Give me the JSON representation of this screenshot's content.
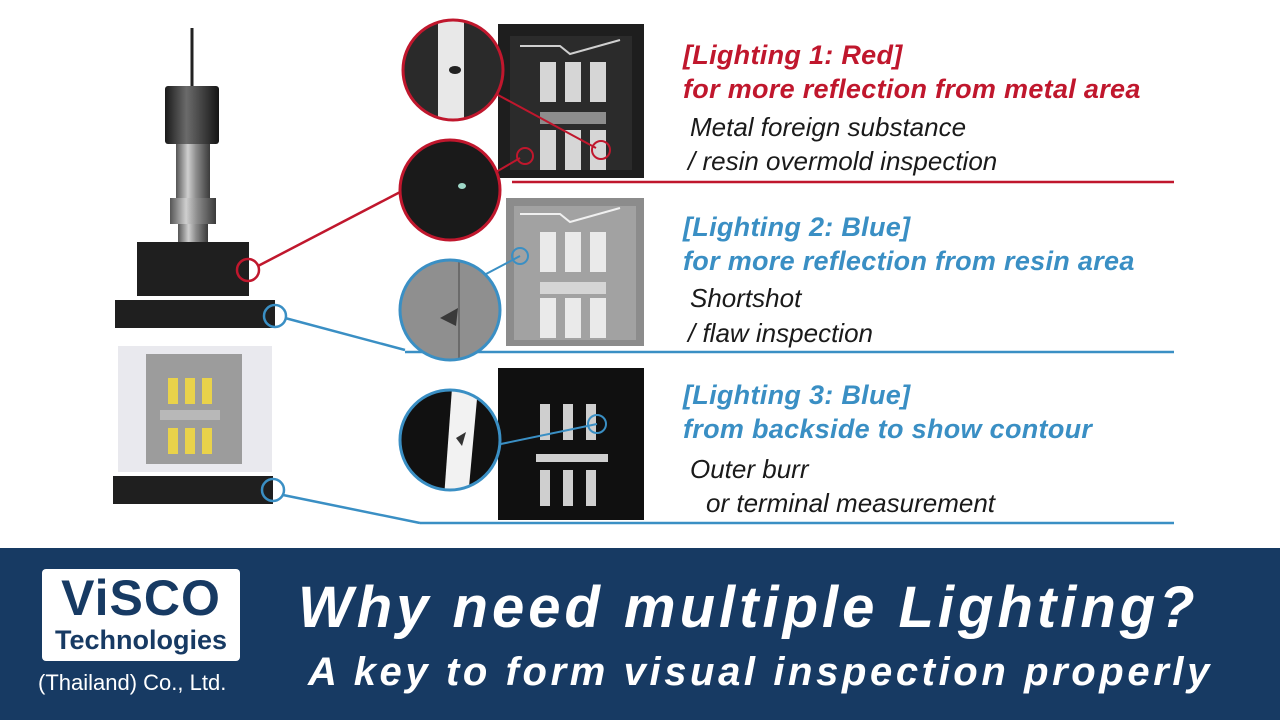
{
  "panels": [
    {
      "heading1": "[Lighting 1: Red]",
      "heading2": "for more reflection from metal area",
      "desc1": "Metal foreign substance",
      "desc2": "/ resin overmold inspection",
      "accent": "#c0172d",
      "image_style": "dark"
    },
    {
      "heading1": "[Lighting 2: Blue]",
      "heading2": "for more reflection from resin area",
      "desc1": "Shortshot",
      "desc2": "/ flaw inspection",
      "accent": "#3a8fc4",
      "image_style": "gray"
    },
    {
      "heading1": "[Lighting 3: Blue]",
      "heading2": "from backside to show contour",
      "desc1": "Outer burr",
      "desc2": "or terminal measurement",
      "accent": "#3a8fc4",
      "image_style": "backlit"
    }
  ],
  "banner": {
    "title": "Why need multiple Lighting?",
    "subtitle": "A key to form visual inspection properly",
    "background": "#173a63"
  },
  "logo": {
    "name": "ViSCO",
    "line2": "Technologies",
    "line3": "(Thailand) Co., Ltd."
  },
  "icons": [
    "camera-icon",
    "ring-light-icon",
    "bar-light-icon",
    "backlight-icon",
    "magnifier-icon"
  ]
}
